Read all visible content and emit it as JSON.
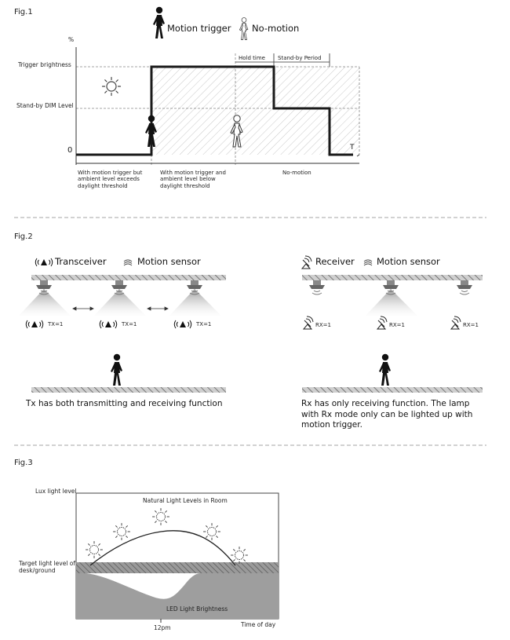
{
  "fig1": {
    "label": "Fig.1",
    "legend": {
      "motion": "Motion trigger",
      "nomotion": "No-motion"
    },
    "y_unit": "%",
    "y_levels": {
      "trigger": "Trigger brightness",
      "standby": "Stand-by DIM Level",
      "zero": "0"
    },
    "periods": {
      "hold": "Hold time",
      "standby": "Stand-by Period"
    },
    "t_label": "T",
    "notes": [
      "With motion trigger but ambient level exceeds daylight threshold",
      "With motion trigger and ambient level below daylight threshold",
      "No-motion"
    ]
  },
  "fig2": {
    "label": "Fig.2",
    "left": {
      "legend_tx": "Transceiver",
      "legend_sensor": "Motion sensor",
      "unit_label": "TX=1",
      "caption": "Tx has both transmitting and receiving function"
    },
    "right": {
      "legend_rx": "Receiver",
      "legend_sensor": "Motion sensor",
      "unit_label": "RX=1",
      "caption": "Rx has only receiving function. The lamp with Rx mode only can be lighted up with motion trigger."
    }
  },
  "fig3": {
    "label": "Fig.3",
    "y_label": "Lux light level",
    "target_label": "Target light level of desk/ground",
    "natural_label": "Natural Light Levels in Room",
    "led_label": "LED Light Brightness",
    "x_tick": "12pm",
    "x_label": "Time of day"
  }
}
